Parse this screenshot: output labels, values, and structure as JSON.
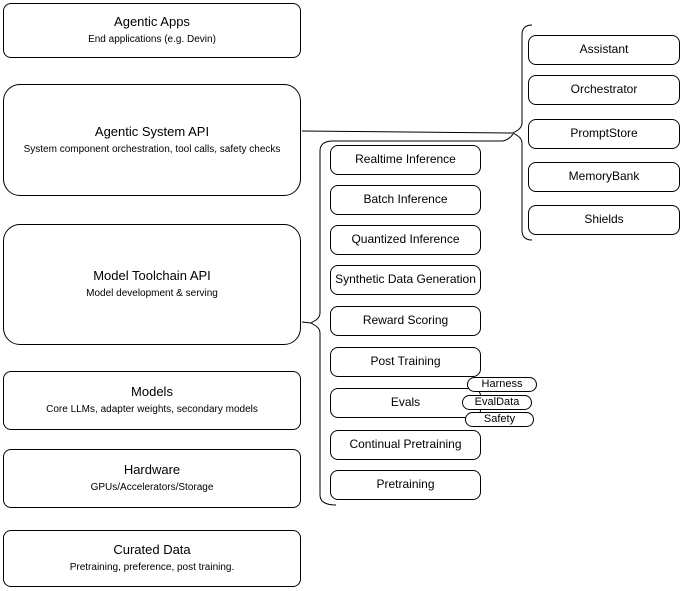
{
  "diagram": {
    "colors": {
      "border": "#000000",
      "background": "#ffffff"
    },
    "left_stack": [
      {
        "title": "Agentic Apps",
        "subtitle": "End applications (e.g. Devin)"
      },
      {
        "title": "Agentic System API",
        "subtitle": "System component orchestration, tool calls, safety checks"
      },
      {
        "title": "Model Toolchain API",
        "subtitle": "Model development & serving"
      },
      {
        "title": "Models",
        "subtitle": "Core LLMs, adapter weights, secondary models"
      },
      {
        "title": "Hardware",
        "subtitle": "GPUs/Accelerators/Storage"
      },
      {
        "title": "Curated Data",
        "subtitle": "Pretraining, preference, post training."
      }
    ],
    "middle_group": {
      "items": [
        "Realtime Inference",
        "Batch Inference",
        "Quantized Inference",
        "Synthetic Data Generation",
        "Reward Scoring",
        "Post Training",
        "Evals",
        "Continual Pretraining",
        "Pretraining"
      ],
      "evals_tags": [
        "Harness",
        "EvalData",
        "Safety"
      ]
    },
    "right_group": {
      "items": [
        "Assistant",
        "Orchestrator",
        "PromptStore",
        "MemoryBank",
        "Shields"
      ]
    }
  }
}
